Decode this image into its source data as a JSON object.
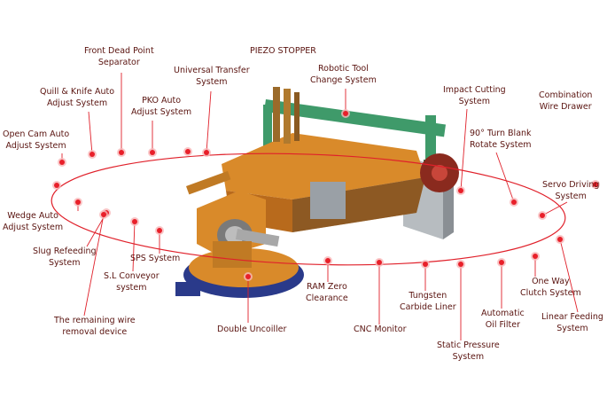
{
  "colors": {
    "ring": "#e0202a",
    "dot": "#e8202a",
    "label_text": "#5a1410",
    "machine_orange": "#d98a2a",
    "machine_green": "#3f9a6a",
    "machine_grey": "#8a8f94",
    "machine_base": "#2a3a8a"
  },
  "diagram_title": "PIEZO STOPPER",
  "labels": [
    {
      "id": "front-dead-point-separator",
      "text": "Front Dead Point\nSeparator"
    },
    {
      "id": "piezo-stopper",
      "text": "PIEZO STOPPER"
    },
    {
      "id": "universal-transfer-system",
      "text": "Universal Transfer\nSystem"
    },
    {
      "id": "robotic-tool-change-system",
      "text": "Robotic Tool\nChange System"
    },
    {
      "id": "quill-knife-auto-adjust-system",
      "text": "Quill & Knife Auto\nAdjust System"
    },
    {
      "id": "pko-auto-adjust-system",
      "text": "PKO Auto\nAdjust System"
    },
    {
      "id": "impact-cutting-system",
      "text": "Impact Cutting\nSystem"
    },
    {
      "id": "combination-wire-drawer",
      "text": "Combination\nWire Drawer"
    },
    {
      "id": "open-cam-auto-adjust-system",
      "text": "Open Cam Auto\nAdjust System"
    },
    {
      "id": "turn-blank-rotate-system",
      "text": "90° Turn Blank\nRotate System"
    },
    {
      "id": "servo-driving-system",
      "text": "Servo Driving\nSystem"
    },
    {
      "id": "wedge-auto-adjust-system",
      "text": "Wedge Auto\nAdjust System"
    },
    {
      "id": "slug-refeeding-system",
      "text": "Slug Refeeding\nSystem"
    },
    {
      "id": "sps-system",
      "text": "SPS System"
    },
    {
      "id": "sl-conveyor-system",
      "text": "S.L Conveyor\nsystem"
    },
    {
      "id": "ram-zero-clearance",
      "text": "RAM Zero\nClearance"
    },
    {
      "id": "tungsten-carbide-liner",
      "text": "Tungsten\nCarbide Liner"
    },
    {
      "id": "one-way-clutch-system",
      "text": "One Way\nClutch System"
    },
    {
      "id": "automatic-oil-filter",
      "text": "Automatic\nOil Filter"
    },
    {
      "id": "linear-feeding-system",
      "text": "Linear Feeding\nSystem"
    },
    {
      "id": "remaining-wire-removal-device",
      "text": "The remaining wire\nremoval device"
    },
    {
      "id": "double-uncoiller",
      "text": "Double Uncoiller"
    },
    {
      "id": "cnc-monitor",
      "text": "CNC Monitor"
    },
    {
      "id": "static-pressure-system",
      "text": "Static Pressure\nSystem"
    }
  ]
}
